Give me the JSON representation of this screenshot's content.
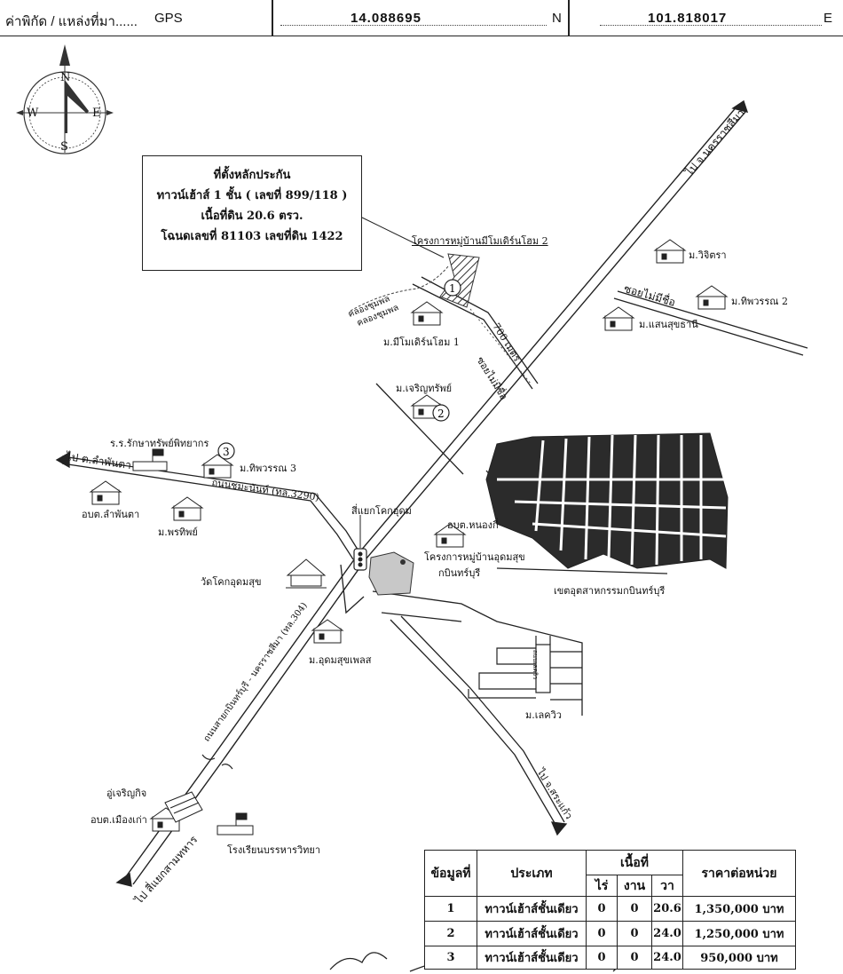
{
  "header": {
    "source_label": "ค่าพิกัด / แหล่งที่มา......",
    "source_value": "GPS",
    "latitude": "14.088695",
    "lat_suffix": "N",
    "longitude": "101.818017",
    "lon_suffix": "E"
  },
  "compass": {
    "north": "N",
    "south": "S",
    "east": "E",
    "west": "W"
  },
  "infobox": {
    "line1": "ที่ตั้งหลักประกัน",
    "line2": "ทาวน์เฮ้าส์ 1 ชั้น ( เลขที่ 899/118 )",
    "line3": "เนื้อที่ดิน 20.6 ตรว.",
    "line4": "โฉนดเลขที่ 81103 เลขที่ดิน 1422"
  },
  "labels": {
    "to_nakhon_ratchasima": "ไป จ.นครราชสีมา",
    "project_1": "โครงการหมู่บ้านมีโมเดิร์นโฮม 2",
    "khlong": "คลองชุมพล",
    "mi_modern_1": "ม.มีโมเดิร์นโฮม 1",
    "distance": "700 เมตร",
    "soi_no_name": "ซอยไม่มีชื่อ",
    "soi_no_name_2": "ซอยไม่มีชื่อ",
    "wichitra": "ม.วิจิตรา",
    "thipwaran_2": "ม.ทิพวรรณ 2",
    "saensukthani": "ม.แสนสุขธานี",
    "charoensap": "ม.เจริญทรัพย์",
    "school_rakkhasap": "ร.ร.รักษาทรัพย์พิทยากร",
    "thipwaran_3": "ม.ทิพวรรณ 3",
    "to_lamphan": "ไป ต.ลำพันตา",
    "road_3290": "ถนนชมะนันท์ (ทล.3290)",
    "obt_lamphan": "อบต.ลำพันตา",
    "phonthip": "ม.พรทิพย์",
    "intersection": "สี่แยกโคกอุดม",
    "obt_nongki": "อบต.หนองกี่",
    "project_udom": "โครงการหมู่บ้านอุดมสุข",
    "project_udom_2": "กบินทร์บุรี",
    "industrial": "เขตอุตสาหกรรมกบินทร์บุรี",
    "wat": "วัดโคกอุดมสุข",
    "road_304": "ถนนสายกบินทร์บุรี - นครราชสีมา (ทล.304)",
    "udomsuk_place": "ม.อุดมสุขเพลส",
    "lakeview": "ม.เลควิว",
    "lakeview_road": "ถนนเลควิว",
    "to_sakaeo": "ไป จ.สระแก้ว",
    "garage": "อู่เจริญกิจ",
    "obt_muangkao": "อบต.เมืองเก่า",
    "school_nonbon": "โรงเรียนบรรหารวิทยา",
    "to_kabin": "ไป สี่แยกสามทหาร",
    "marker_1": "1",
    "marker_2": "2",
    "marker_3": "3"
  },
  "table": {
    "headers": {
      "no": "ข้อมูลที่",
      "type": "ประเภท",
      "area": "เนื้อที่",
      "rai": "ไร่",
      "ngan": "งาน",
      "wa": "วา",
      "price": "ราคาต่อหน่วย"
    },
    "rows": [
      {
        "no": "1",
        "type": "ทาวน์เฮ้าส์ชั้นเดียว",
        "rai": "0",
        "ngan": "0",
        "wa": "20.6",
        "price": "1,350,000 บาท"
      },
      {
        "no": "2",
        "type": "ทาวน์เฮ้าส์ชั้นเดียว",
        "rai": "0",
        "ngan": "0",
        "wa": "24.0",
        "price": "1,250,000 บาท"
      },
      {
        "no": "3",
        "type": "ทาวน์เฮ้าส์ชั้นเดียว",
        "rai": "0",
        "ngan": "0",
        "wa": "24.0",
        "price": "950,000 บาท"
      }
    ]
  }
}
